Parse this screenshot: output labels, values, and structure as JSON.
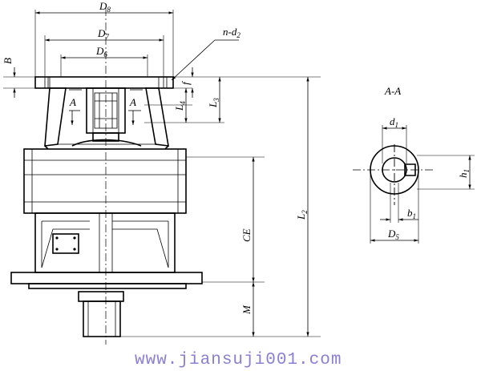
{
  "labels": {
    "D8": {
      "main": "D",
      "sub": "8"
    },
    "D7": {
      "main": "D",
      "sub": "7"
    },
    "D6": {
      "main": "D",
      "sub": "6"
    },
    "B": "B",
    "n_d2": {
      "main": "n-d",
      "sub": "2"
    },
    "f": "f",
    "A_left": "A",
    "A_right": "A",
    "L4": {
      "main": "L",
      "sub": "4"
    },
    "L3": {
      "main": "L",
      "sub": "3"
    },
    "L2": {
      "main": "L",
      "sub": "2"
    },
    "CE": "CE",
    "M": "M"
  },
  "section": {
    "title": "A-A",
    "d1": {
      "main": "d",
      "sub": "1"
    },
    "h1": {
      "main": "h",
      "sub": "1"
    },
    "b1": {
      "main": "b",
      "sub": "1"
    },
    "D5": {
      "main": "D",
      "sub": "5"
    }
  },
  "watermark": "www.jiansuji001.com"
}
